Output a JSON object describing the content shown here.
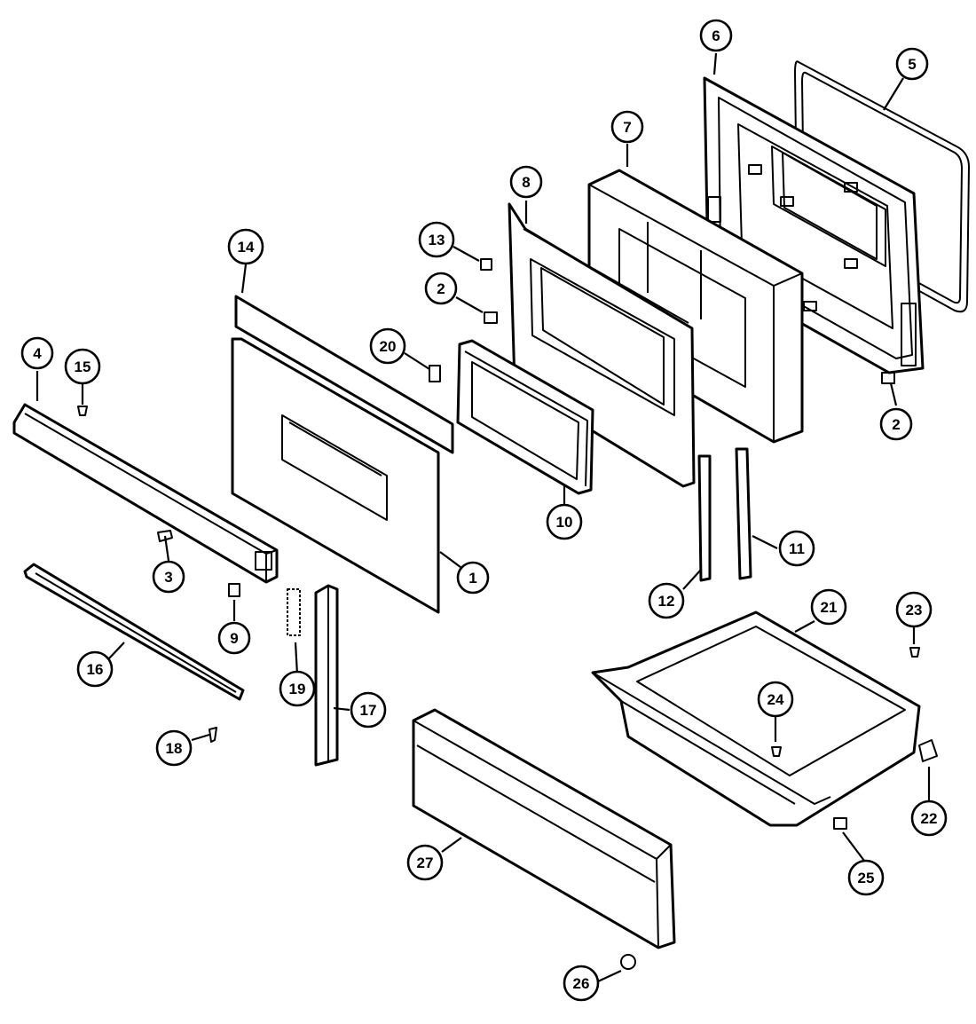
{
  "callouts": [
    {
      "id": "c1",
      "label": "1"
    },
    {
      "id": "c2a",
      "label": "2"
    },
    {
      "id": "c2b",
      "label": "2"
    },
    {
      "id": "c3",
      "label": "3"
    },
    {
      "id": "c4",
      "label": "4"
    },
    {
      "id": "c5",
      "label": "5"
    },
    {
      "id": "c6",
      "label": "6"
    },
    {
      "id": "c7",
      "label": "7"
    },
    {
      "id": "c8",
      "label": "8"
    },
    {
      "id": "c9",
      "label": "9"
    },
    {
      "id": "c10",
      "label": "10"
    },
    {
      "id": "c11",
      "label": "11"
    },
    {
      "id": "c12",
      "label": "12"
    },
    {
      "id": "c13",
      "label": "13"
    },
    {
      "id": "c14",
      "label": "14"
    },
    {
      "id": "c15",
      "label": "15"
    },
    {
      "id": "c16",
      "label": "16"
    },
    {
      "id": "c17",
      "label": "17"
    },
    {
      "id": "c18",
      "label": "18"
    },
    {
      "id": "c19",
      "label": "19"
    },
    {
      "id": "c20",
      "label": "20"
    },
    {
      "id": "c21",
      "label": "21"
    },
    {
      "id": "c22",
      "label": "22"
    },
    {
      "id": "c23",
      "label": "23"
    },
    {
      "id": "c24",
      "label": "24"
    },
    {
      "id": "c25",
      "label": "25"
    },
    {
      "id": "c26",
      "label": "26"
    },
    {
      "id": "c27",
      "label": "27"
    }
  ]
}
